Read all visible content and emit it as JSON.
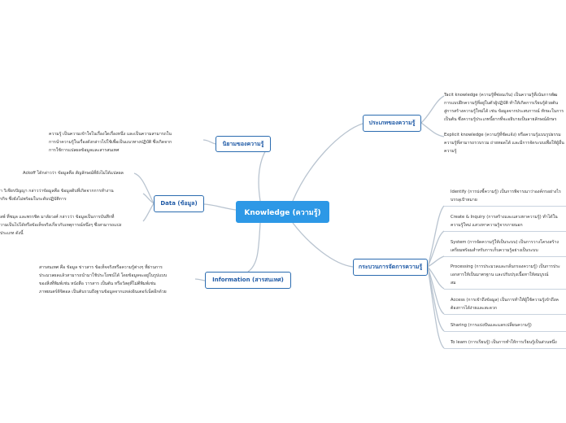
{
  "central": {
    "label": "Knowledge (ความรู้)"
  },
  "branches": {
    "definition": {
      "label": "นิยามของความรู้",
      "notes": [
        [
          "ความรู้ เป็นความเข้าใจในเรื่องใดเรื่องหนึ่ง และเป็นความสามารถใน",
          "การนำความรู้ในเรื่องดังกล่าวไปใช้เพื่อเป็นแนวทางปฏิบัติ ซึ่งเกิดจาก",
          "การใช้การแปลผลข้อมูลและสารสนเทศ"
        ]
      ]
    },
    "data": {
      "label": "Data (ข้อมูล)",
      "notes": [
        [
          "Ackoff ได้กล่าวว่า ข้อมูลคือ สัญลักษณ์ที่ยังไม่ได้แปลผล"
        ],
        [
          "า วิเชียรปัญญา กล่าวว่าข้อมูลคือ ข้อมูลดิบที่เกิดจากการทำงาน",
          "รกิจ ซึ่งยังไม่พร้อมในระดับปฏิบัติการ"
        ],
        [
          "ลพ์ ที่ชมุล และพรรชิต มาลัยวงศ์ กล่าวว่า ข้อมูลเป็นการบันทึกที่",
          "วามเป็นไปได้หรือข้อเท็จจริงเกี่ยวกับเหตุการณ์หนึ่งๆ ซึ่งสามารถแบ่ง",
          "ประเภท ดังนี้"
        ]
      ]
    },
    "information": {
      "label": "Information (สารสนเทศ)",
      "notes": [
        [
          "สารสนเทศ คือ ข้อมูล ข่าวสาร ข้อเท็จจริงหรือความรู้ต่างๆ ที่ผ่านการ",
          "ประมวลผลแล้วสามารถนำมาใช้ประโยชน์ได้ โดยข้อมูลจะอยู่ในรูปแบบ",
          "ของสิ่งที่พิมพ์เช่น หนังสือ วารสาร เป็นต้น หรือวัสดุที่ไม่ตีพิมพ์เช่น",
          "ภาพยนตร์ดิจิตอล เป็นต้นรวมถึงฐานข้อมูลจากแหล่งอินเตอร์เน็ตอีกด้วย"
        ]
      ]
    },
    "types": {
      "label": "ประเภทของความรู้",
      "notes": [
        [
          "Tacit knowledge (ความรู้ที่ซ่อนเร้น) เป็นความรู้ที่เน้นการพัฒ",
          "การแบบฝึกความรู้ที่อยู่ในตัวผู้ปฏิบัติ ทำให้เกิดการเรียนรู้ด้วยต้น",
          "สู่การสร้างความรู้ใหม่ได้ เช่น ข้อมูลจากประสบการณ์ ทักษะในการ",
          "เป็นต้น ซึ่งความรู้ประเภทนี้ยากที่จะอธิบายเป็นลายลักษณ์อักษร"
        ],
        [
          "Explicit knowledge (ความรู้ที่ชัดแจ้ง) หรือความรู้แบบรูปธรรม",
          "ความรู้ที่สามารถรวบรวม ถ่ายทอดได้ และมีการจัดระบบเพื่อให้ผู้อื่น",
          "ความรู้"
        ]
      ]
    },
    "process": {
      "label": "กระบวนการจัดการความรู้",
      "items": [
        [
          "Identify (การบ่งชี้ความรู้) เป็นการพิจารณาว่าองค์กรอย่างไร",
          "บรรลุเป้าหมาย"
        ],
        [
          "Create & Inquiry (การสร้างและแสวงหาความรู้) ทำได้ใน",
          "ความรู้ใหม่ แสวงหาความรู้จากภายนอก"
        ],
        [
          "System (การจัดความรู้ให้เป็นระบบ) เป็นการวางโครงสร้าง",
          "เตรียมพร้อมสำหรับการเก็บความรู้อย่างเป็นระบบ"
        ],
        [
          "Processing (การประมวลและกลั่นกรองความรู้) เป็นการประ",
          "เอกสารให้เป็นมาตรฐาน และปรับปรุงเนื้อหาให้สมบูรณ์",
          "สม"
        ],
        [
          "Access (การเข้าถึงข้อมูล) เป็นการทำให้ผู้ใช้ความรู้เข้าถึงค",
          "ต้องการได้ง่ายและสะดวก"
        ],
        [
          "Sharing (การแบ่งปันและแลกเปลี่ยนความรู้)"
        ],
        [
          "To learn (การเรียนรู้) เป็นการทำให้การเรียนรู้เป็นส่วนหนึ่ง"
        ]
      ]
    }
  },
  "colors": {
    "central_fill": "#2d98e6",
    "node_border": "#2b6cb0",
    "node_text": "#1f5aa6",
    "link": "#b9c4d0"
  }
}
